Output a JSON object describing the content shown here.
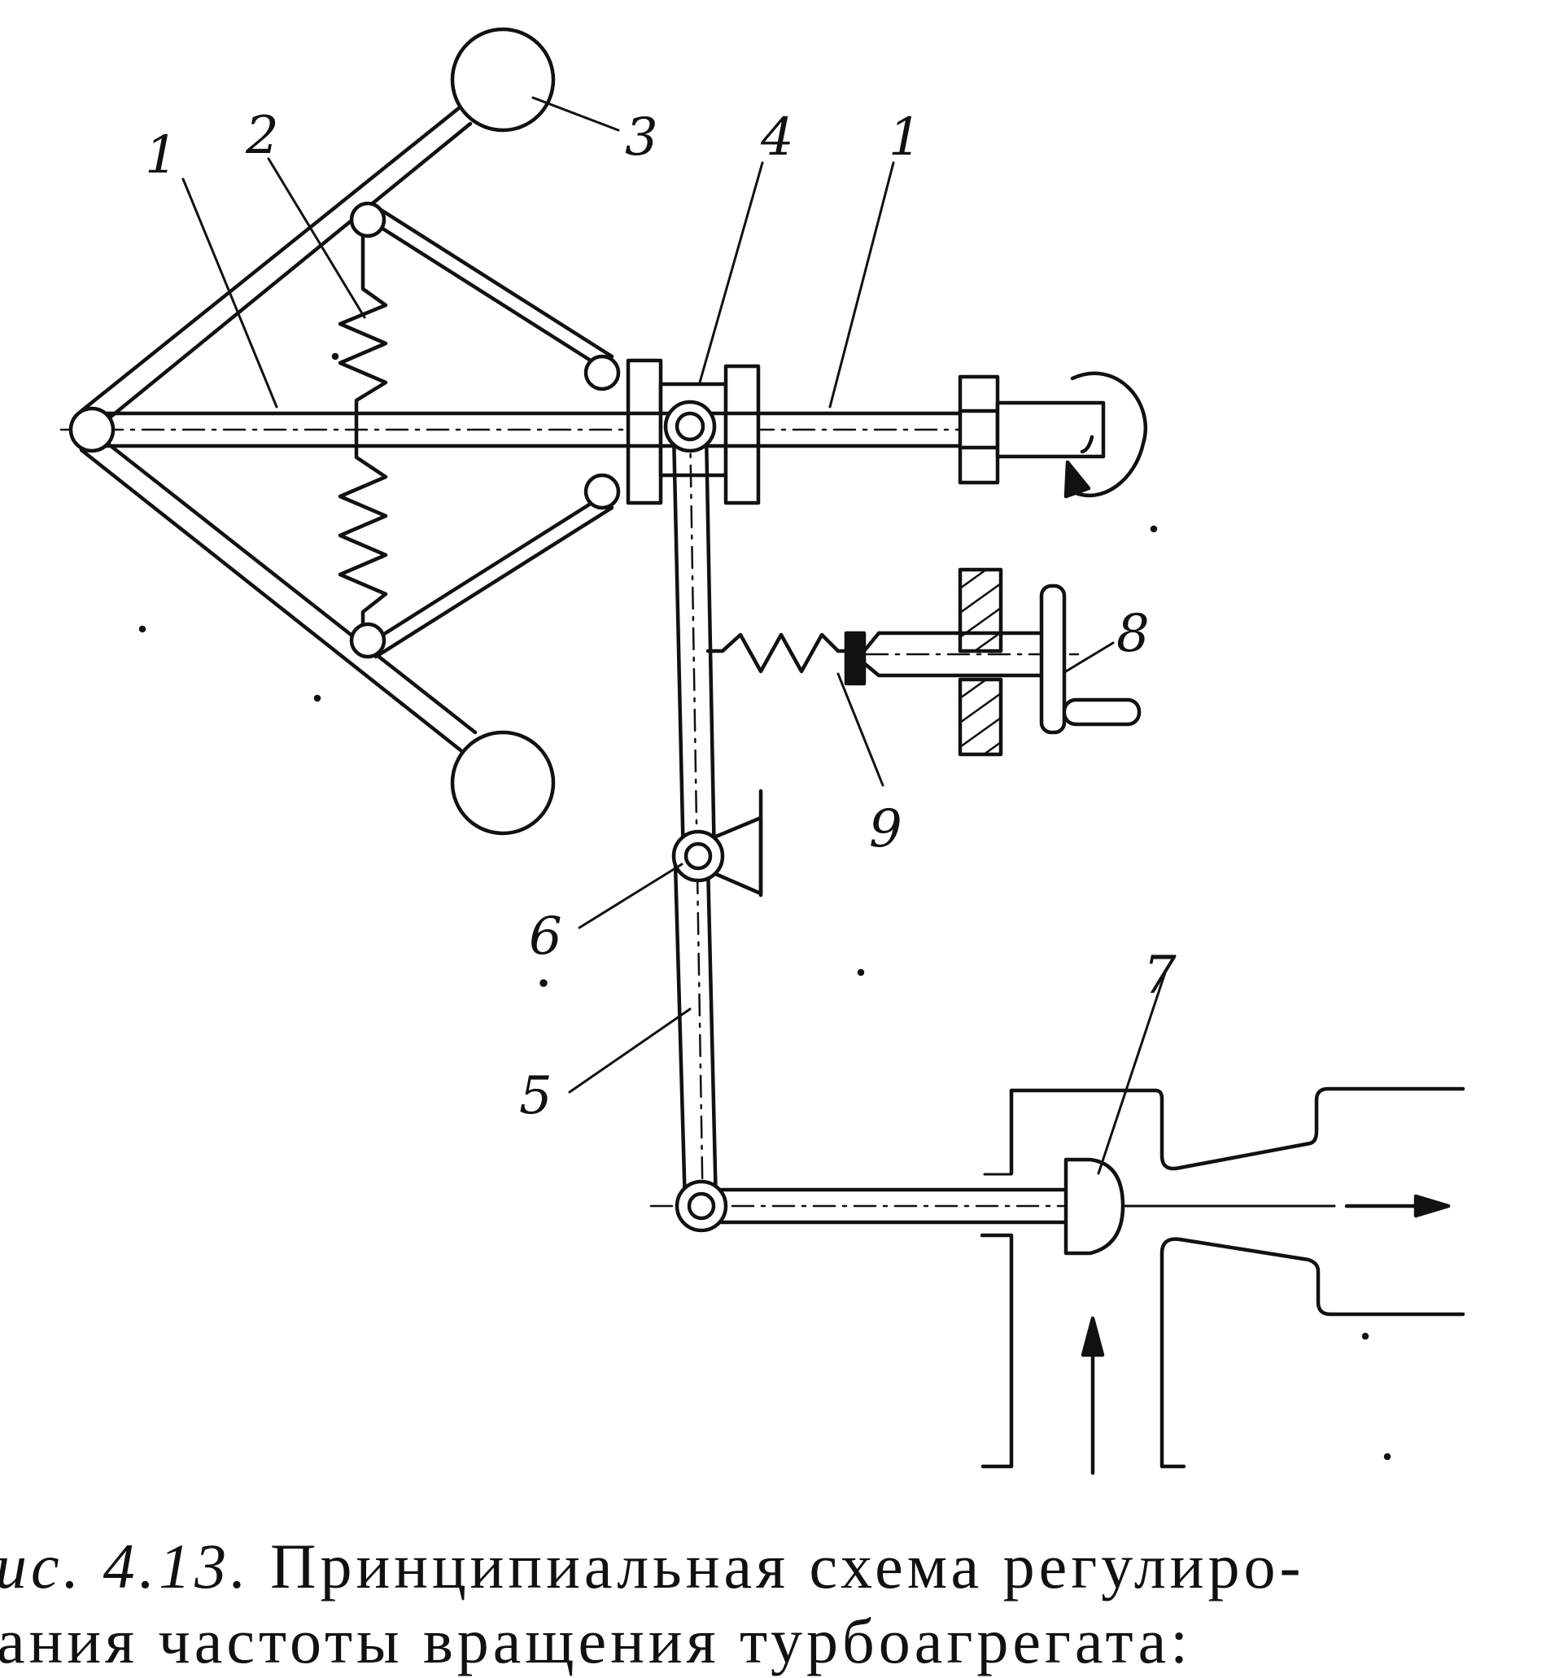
{
  "labels": {
    "l1a": "1",
    "l2": "2",
    "l3": "3",
    "l4": "4",
    "l1b": "1",
    "l5": "5",
    "l6": "6",
    "l7": "7",
    "l8": "8",
    "l9": "9"
  },
  "caption": {
    "fig": "ис. 4.13.",
    "line1": "Принципиальная схема регулиро-",
    "line2": "ания частоты вращения турбоагрегата:"
  }
}
